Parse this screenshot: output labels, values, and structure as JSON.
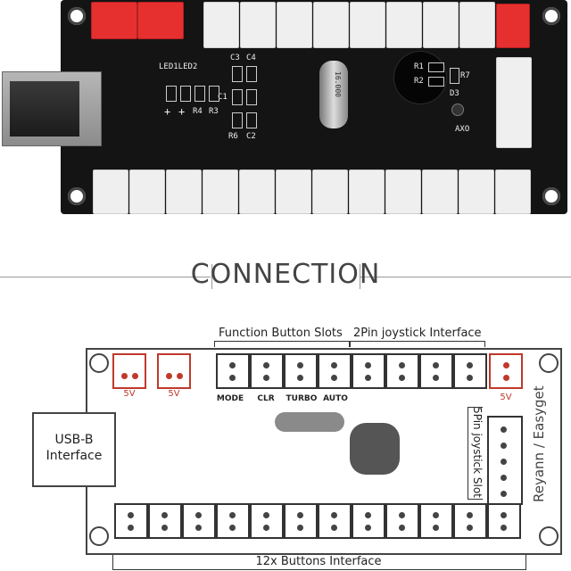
{
  "pcb": {
    "silkscreen": {
      "led": "LED1LED2",
      "c3": "C3",
      "c4": "C4",
      "c1": "C1",
      "r1": "R1",
      "r2": "R2",
      "r7": "R7",
      "r4": "R4",
      "r3": "R3",
      "r6": "R6",
      "c2": "C2",
      "plus1": "+",
      "plus2": "+",
      "d3": "D3",
      "axo": "AXO",
      "crystal": "16.000"
    }
  },
  "diagram": {
    "title": "CONNECTION",
    "usb_label": "USB-B Interface",
    "function_slots_label": "Function Button Slots",
    "joystick2_label": "2Pin joystick Interface",
    "joystick5_label": "5Pin joystick Slot",
    "brand": "Reyann / Easyget",
    "buttons_label": "12x Buttons Interface",
    "slot_labels": [
      "MODE",
      "CLR",
      "TURBO",
      "AUTO"
    ],
    "power_labels": [
      "5V",
      "5V",
      "5V"
    ]
  },
  "colors": {
    "connector_red": "#e63030",
    "connector_white": "#efefef",
    "pcb_black": "#141414",
    "diagram_red": "#c0392b"
  }
}
